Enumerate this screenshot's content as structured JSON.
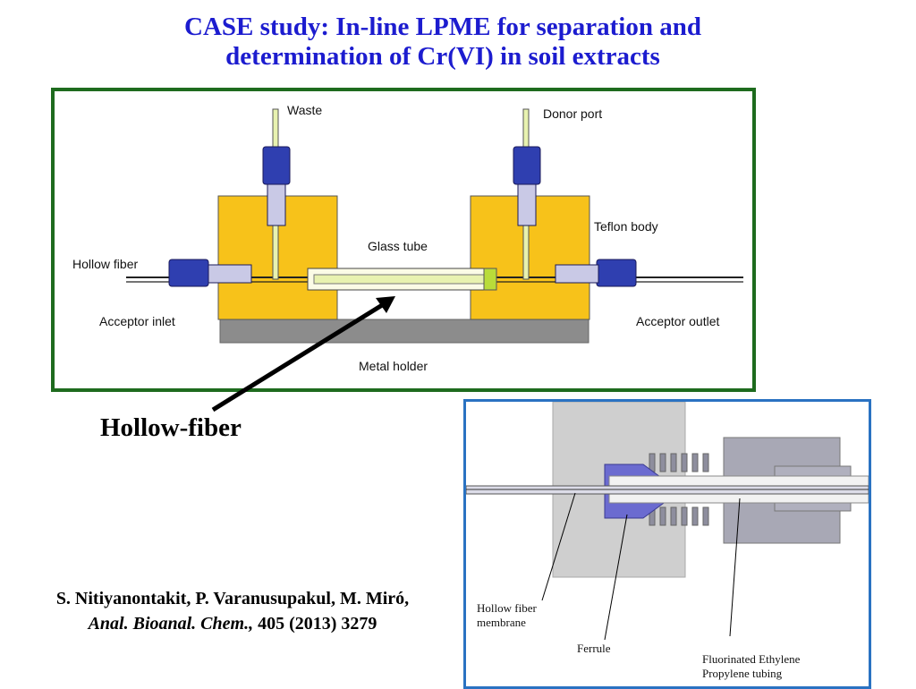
{
  "title": {
    "line1": "CASE study: In-line LPME for separation and",
    "line2": "determination of Cr(VI) in soil extracts"
  },
  "diagram": {
    "labels": {
      "waste": "Waste",
      "donor_port": "Donor port",
      "teflon_body": "Teflon body",
      "glass_tube": "Glass tube",
      "hollow_fiber": "Hollow fiber",
      "acceptor_inlet": "Acceptor inlet",
      "acceptor_outlet": "Acceptor outlet",
      "metal_holder": "Metal holder"
    }
  },
  "pointer_label": "Hollow-fiber",
  "citation": {
    "authors": "S. Nitiyanontakit, P. Varanusupakul, M. Miró,",
    "journal": "Anal. Bioanal. Chem.,",
    "ref": " 405 (2013) 3279"
  },
  "detail": {
    "labels": {
      "membrane_line1": "Hollow fiber",
      "membrane_line2": "membrane",
      "ferrule": "Ferrule",
      "tubing_line1": "Fluorinated Ethylene",
      "tubing_line2": "Propylene tubing"
    }
  },
  "colors": {
    "title": "#1c1ccf",
    "teflon": "#f7c21a",
    "fitting": "#2f3fb0",
    "frame_green": "#1e6b1e",
    "frame_blue": "#2a72c2",
    "holder": "#8c8c8c"
  }
}
